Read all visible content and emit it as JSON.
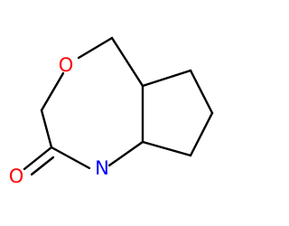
{
  "molecule": {
    "atoms": {
      "ring_oxygen": {
        "symbol": "O",
        "color": "#ff0000"
      },
      "carbonyl_oxygen": {
        "symbol": "O",
        "color": "#ff0000"
      },
      "amide_nitrogen": {
        "symbol": "N",
        "color": "#0000ff"
      }
    },
    "bond_color": "#000000"
  }
}
